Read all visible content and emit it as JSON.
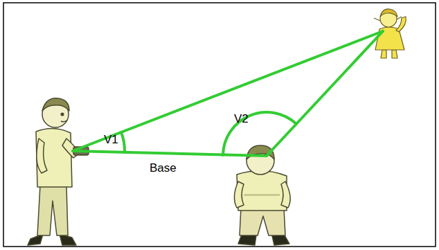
{
  "diagram": {
    "labels": [
      "V1",
      "V2",
      "Base"
    ]
  }
}
